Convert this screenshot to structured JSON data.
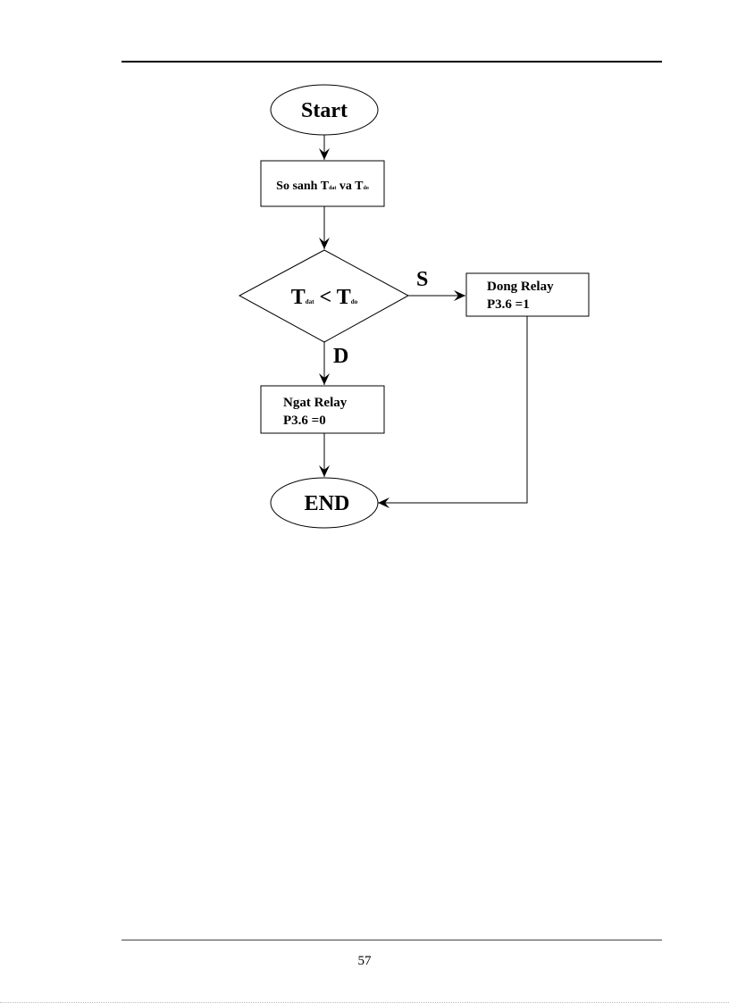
{
  "flowchart": {
    "start": "Start",
    "compare": {
      "prefix": "So sanh ",
      "t1": "T",
      "sub1": "dat",
      "mid": " va ",
      "t2": "T",
      "sub2": "do"
    },
    "decision": {
      "t1": "T",
      "sub1": "dat",
      "op": " < ",
      "t2": "T",
      "sub2": "do"
    },
    "label_yes": "S",
    "label_no": "D",
    "dong": {
      "line1": "Dong Relay",
      "line2": "P3.6 =1"
    },
    "ngat": {
      "line1": "Ngat Relay",
      "line2": "P3.6 =0"
    },
    "end": "END"
  },
  "footer": {
    "page_number": "57"
  }
}
